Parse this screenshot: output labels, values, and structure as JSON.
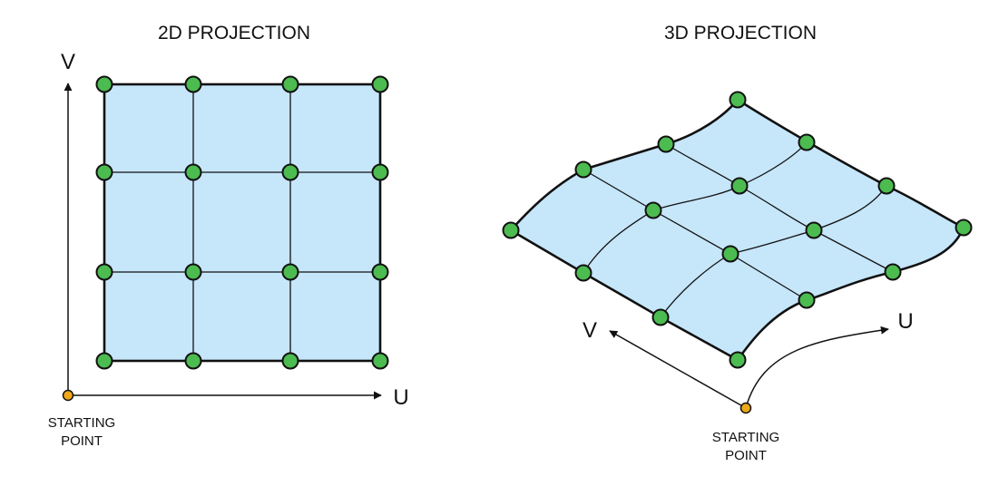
{
  "left_panel": {
    "title": "2D PROJECTION",
    "axis_v": "V",
    "axis_u": "U",
    "start_line1": "STARTING",
    "start_line2": "POINT"
  },
  "right_panel": {
    "title": "3D PROJECTION",
    "axis_v": "V",
    "axis_u": "U",
    "start_line1": "STARTING",
    "start_line2": "POINT"
  },
  "colors": {
    "surface_fill": "#c6e6fa",
    "node_fill": "#4cbb50",
    "start_point": "#f0a818",
    "stroke": "#111111"
  },
  "grid": {
    "rows": 4,
    "cols": 4
  }
}
